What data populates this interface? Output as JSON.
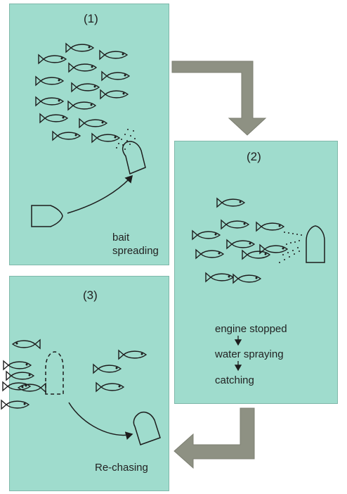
{
  "panel1": {
    "title": "(1)",
    "label_line1": "bait",
    "label_line2": "spreading"
  },
  "panel2": {
    "title": "(2)",
    "steps": [
      "engine stopped",
      "water spraying",
      "catching"
    ]
  },
  "panel3": {
    "title": "(3)",
    "label": "Re-chasing"
  },
  "colors": {
    "panel": "#9fdccd",
    "arrow": "#8e9183",
    "line": "#1d1d1d"
  }
}
